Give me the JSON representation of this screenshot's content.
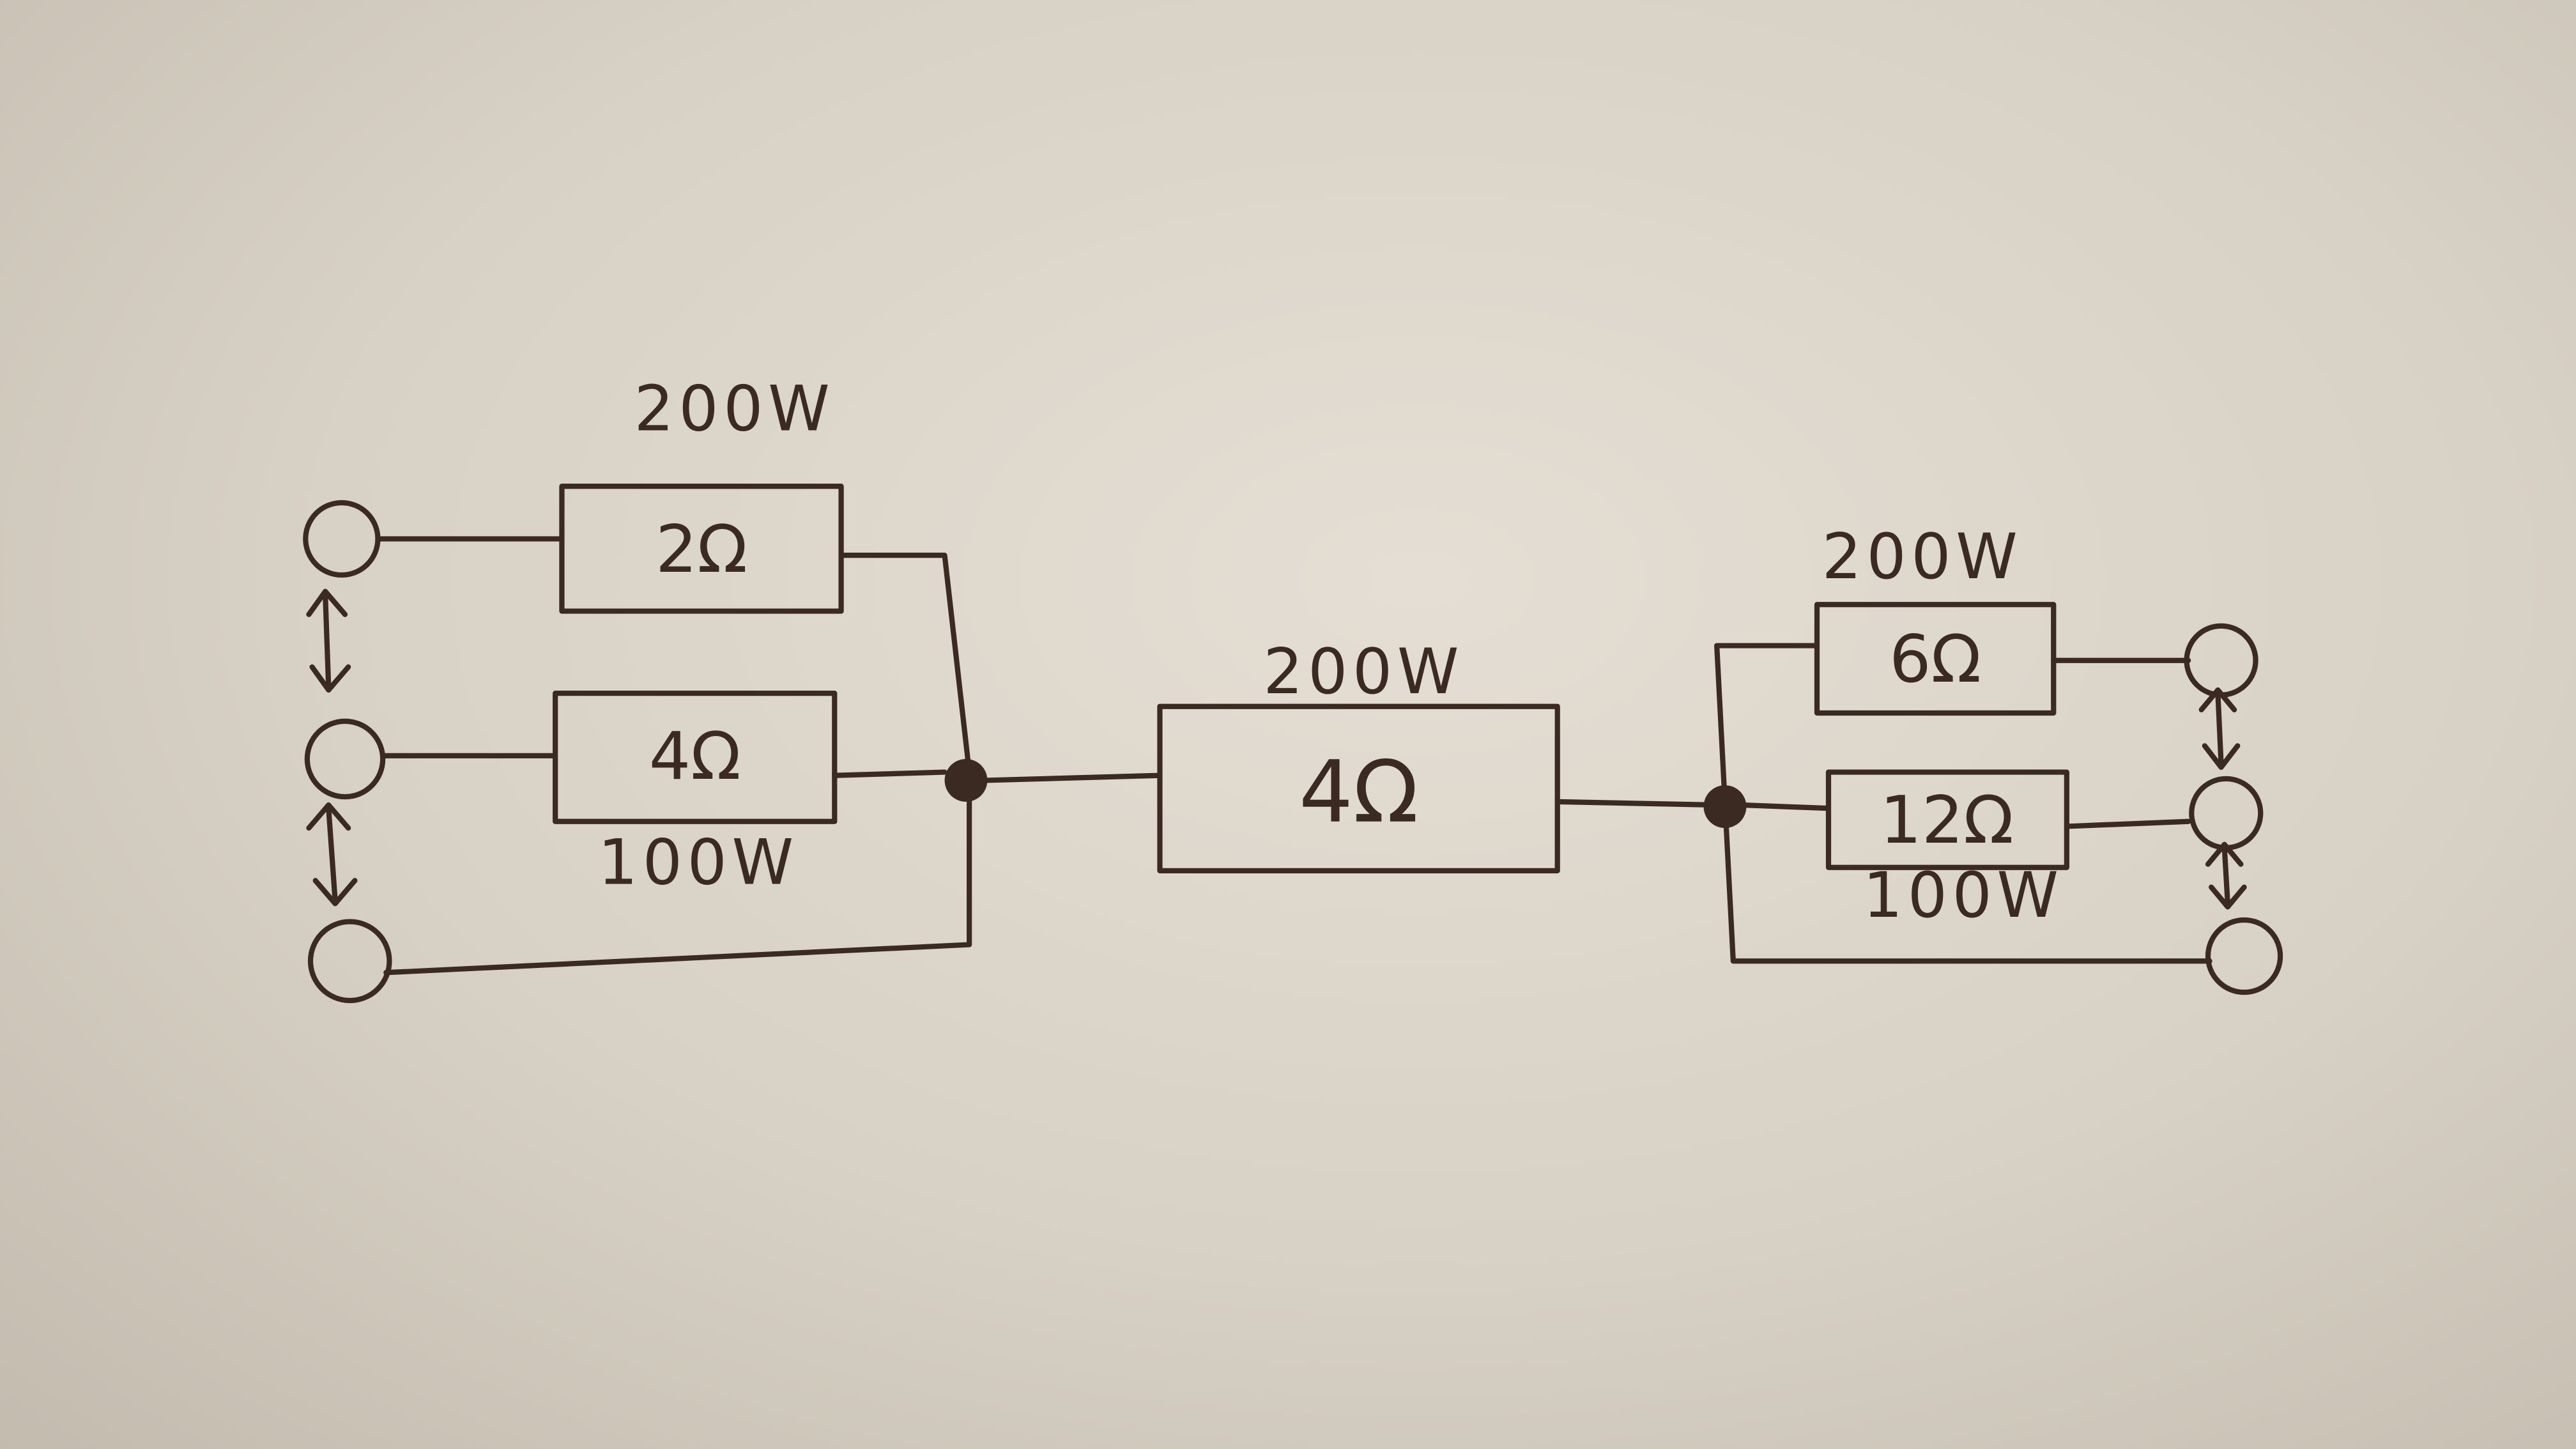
{
  "diagram": {
    "ink_color": "#3b2a22",
    "paper_color": "#ddd6cc",
    "left_group": {
      "r1": {
        "value": "2Ω",
        "power": "200W"
      },
      "r2": {
        "value": "4Ω",
        "power": "100W"
      }
    },
    "series": {
      "value": "4Ω",
      "power": "200W"
    },
    "right_group": {
      "r1": {
        "value": "6Ω",
        "power": "200W"
      },
      "r2": {
        "value": "12Ω",
        "power": "100W"
      }
    }
  }
}
